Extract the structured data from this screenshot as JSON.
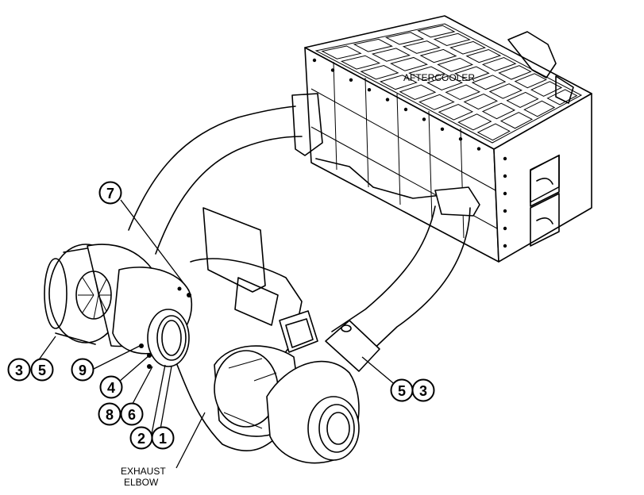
{
  "labels": {
    "aftercooler": "AFTERCOOLER",
    "exhaust_line1": "EXHAUST",
    "exhaust_line2": "ELBOW"
  },
  "callouts": [
    {
      "id": "c7",
      "text": "7"
    },
    {
      "id": "c3a",
      "text": "3"
    },
    {
      "id": "c5a",
      "text": "5"
    },
    {
      "id": "c9",
      "text": "9"
    },
    {
      "id": "c4",
      "text": "4"
    },
    {
      "id": "c8",
      "text": "8"
    },
    {
      "id": "c6",
      "text": "6"
    },
    {
      "id": "c2",
      "text": "2"
    },
    {
      "id": "c1",
      "text": "1"
    },
    {
      "id": "c5b",
      "text": "5"
    },
    {
      "id": "c3b",
      "text": "3"
    }
  ]
}
